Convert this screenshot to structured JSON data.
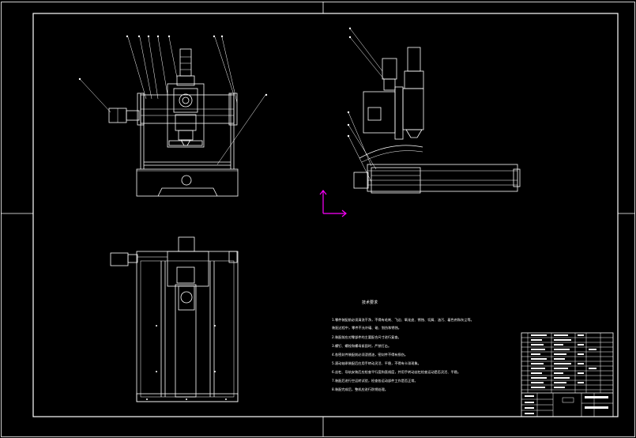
{
  "drawing": {
    "notes_title": "技术要求",
    "notes": [
      "1.零件装配前必须清洗干净，不得有毛刺、飞边、氧化皮、锈蚀、切屑、油污、着色剂和灰尘等。",
      "装配过程中，零件不允许磕、碰、划伤和锈蚀。",
      "2.装配前应对零部件的主要配合尺寸进行复查。",
      "3.螺钉、螺栓和螺母紧固时，严禁打击。",
      "4.各密封件装配前必须浸透油，密封件不得有损伤。",
      "5.滚动轴承装配后应用手转动灵活、平稳，不得有卡滞现象。",
      "6.丝杠、导轨安装后应检查平行度和直线度，并用手转动丝杠检查运动是否灵活、平稳。",
      "7.装配后进行空运转试验，检查各运动部件工作是否正常。",
      "8.装配完成后，整机应进行防锈处理。"
    ],
    "colors": {
      "background": "#000000",
      "line": "#ffffff",
      "ucs_icon": "#ff00ff"
    },
    "icons": [
      "ucs-axis-icon"
    ]
  }
}
